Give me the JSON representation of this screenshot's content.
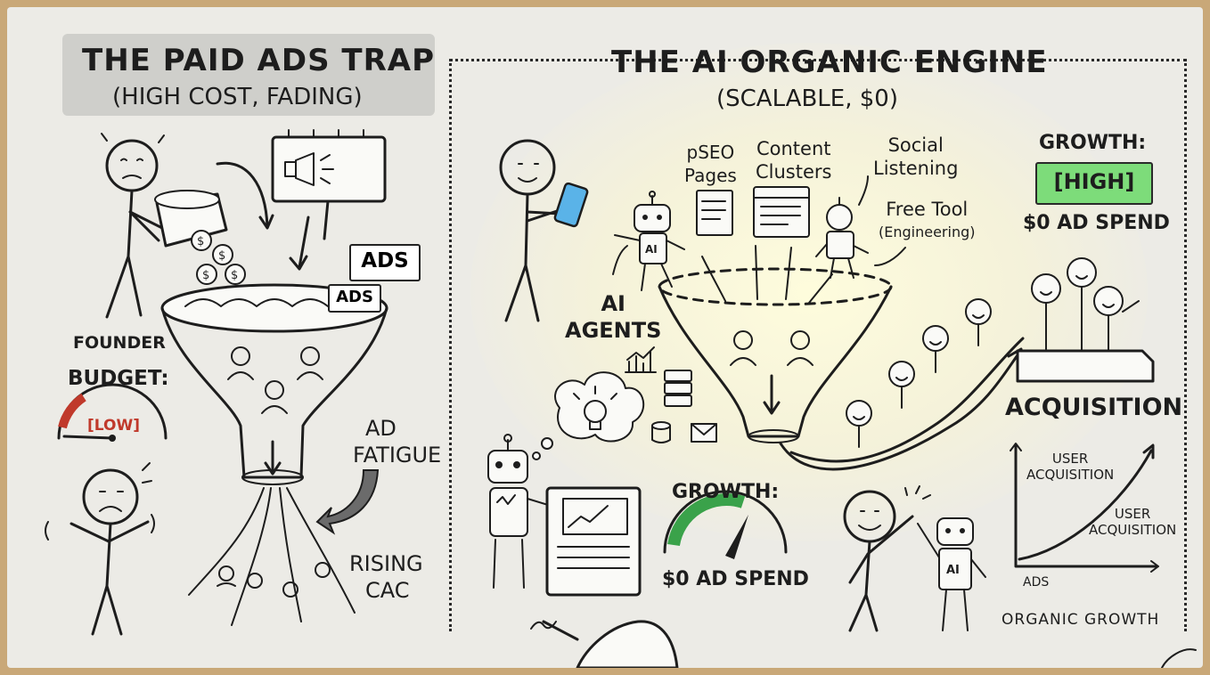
{
  "left_panel": {
    "title": "THE PAID ADS TRAP",
    "subtitle": "(HIGH COST, FADING)",
    "founder_label": "FOUNDER",
    "budget_label": "BUDGET:",
    "budget_value": "[LOW]",
    "ads_sign_large": "ADS",
    "ads_sign_small": "ADS",
    "fatigue_label": [
      "AD",
      "FATIGUE"
    ],
    "cac_label": [
      "RISING",
      "CAC"
    ]
  },
  "right_panel": {
    "title": "THE AI ORGANIC ENGINE",
    "subtitle": "(SCALABLE, $0)",
    "pseo_label": [
      "pSEO",
      "Pages"
    ],
    "content_label": [
      "Content",
      "Clusters"
    ],
    "social_label": [
      "Social",
      "Listening"
    ],
    "freetool_label": "Free Tool",
    "freetool_sub": "(Engineering)",
    "agents_label": [
      "AI",
      "AGENTS"
    ],
    "robot_badge": "AI",
    "growth_top_label": "GROWTH:",
    "growth_top_value": "[HIGH]",
    "spend_top_label": "$0 AD SPEND",
    "acquisition_label": "ACQUISITION",
    "growth_bottom_label": "GROWTH:",
    "spend_bottom_label": "$0 AD SPEND",
    "chart": {
      "ua_label_1": [
        "USER",
        "ACQUISITION"
      ],
      "ua_label_2": [
        "USER",
        "ACQUISITION"
      ],
      "x_label": "ADS",
      "caption": "ORGANIC GROWTH"
    }
  },
  "colors": {
    "board": "#ecebe6",
    "frame": "#c9a878",
    "high_badge": "#7ddc7a",
    "low_gauge": "#c0392b",
    "growth_gauge": "#3aa24a",
    "glow": "#fdf8d4"
  },
  "icons": [
    "megaphone-icon",
    "coin-icon",
    "phone-icon",
    "robot-icon",
    "lightbulb-icon",
    "server-icon",
    "database-icon",
    "mail-icon",
    "bar-chart-icon",
    "document-icon",
    "browser-icon",
    "pen-hand-icon"
  ]
}
